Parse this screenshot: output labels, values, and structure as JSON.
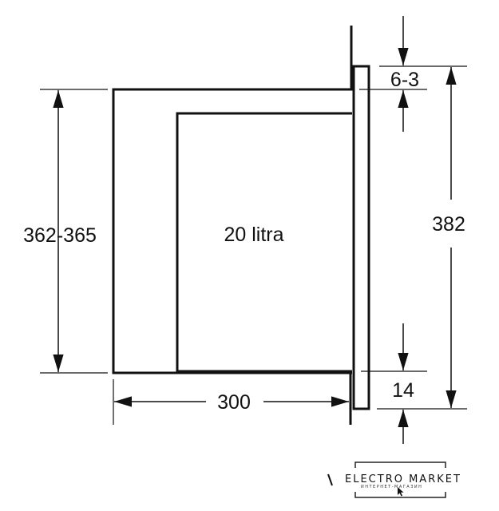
{
  "diagram": {
    "capacity_label": "20 litra",
    "dimensions": {
      "niche_height": "362-365",
      "depth": "300",
      "total_height": "382",
      "top_gap": "6-3",
      "bottom_gap": "14"
    }
  },
  "logo": {
    "name": "ELECTRO MARKET",
    "subtitle": "ИНТЕРНЕТ-МАГАЗИН"
  },
  "colors": {
    "line": "#111111",
    "background": "#ffffff"
  }
}
